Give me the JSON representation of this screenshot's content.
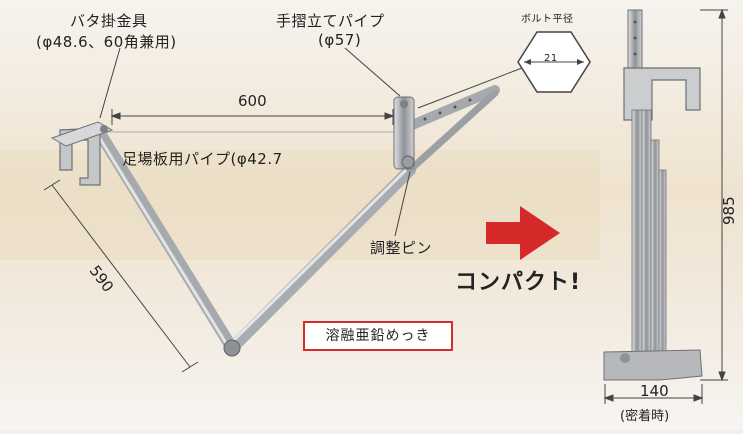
{
  "labels": {
    "bata_fitting": "バタ掛金具",
    "bata_fitting_spec": "(φ48.6、60角兼用)",
    "handrail_pipe": "手摺立てパイプ",
    "handrail_pipe_spec": "(φ57)",
    "bolt_width": "ボルト平径",
    "bolt_size": "21",
    "plank_pipe": "足場板用パイプ(φ42.7",
    "adjust_pin": "調整ピン",
    "galvanized": "溶融亜鉛めっき",
    "compact": "コンパクト!",
    "folded_height": "985",
    "folded_width": "140",
    "folded_width_note": "(密着時)",
    "span_length": "600",
    "arm_length": "590"
  },
  "colors": {
    "background": "#f3efe8",
    "wood_tint": "#e6d3b0",
    "metal": "#b9bbbd",
    "metal_dark": "#7d8085",
    "arrow": "#d62a2a",
    "badge_border": "#d92b2b"
  }
}
